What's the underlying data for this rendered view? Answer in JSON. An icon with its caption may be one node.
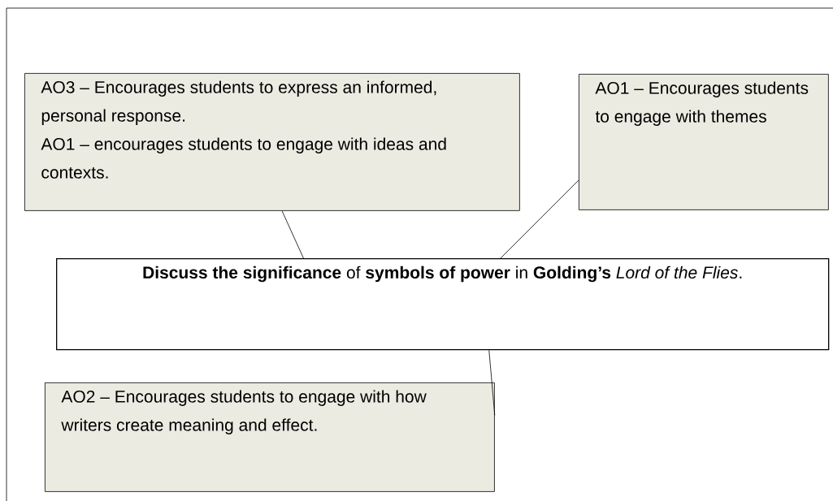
{
  "diagram": {
    "nodes": [
      {
        "text": [
          "AO3 – Encourages students to express an informed, personal response.",
          "AO1 – encourages students to engage with ideas and contexts."
        ]
      },
      {
        "text": [
          "AO1 – Encourages students to engage with themes"
        ]
      },
      {
        "text": [
          "**Discuss the significance** of **symbols of power** in **Golding’s** *Lord of the Flies*."
        ]
      },
      {
        "text": [
          "AO2 – Encourages students to engage with how writers create meaning and effect."
        ]
      }
    ],
    "edges": [
      {
        "from": 0,
        "to": 2,
        "arrow": "none"
      },
      {
        "from": 1,
        "to": 2,
        "arrow": "none"
      },
      {
        "from": 3,
        "to": 2,
        "arrow": "none"
      }
    ]
  }
}
